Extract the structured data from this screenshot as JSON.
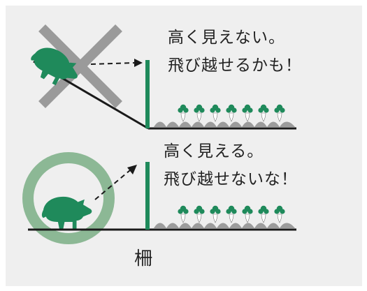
{
  "colors": {
    "background": "#efefef",
    "accent_green": "#1f8a5b",
    "cross_gray": "#9a9a9a",
    "circle_green": "#8cb895",
    "ground_black": "#1a1a1a",
    "soil_gray": "#9c9c9c"
  },
  "top_scene": {
    "caption_line1": "高く見えない。",
    "caption_line2": "飛び越せるかも！",
    "verdict_mark": "cross-icon"
  },
  "bottom_scene": {
    "caption_line1": "高く見える。",
    "caption_line2": "飛び越せないな！",
    "verdict_mark": "circle-icon"
  },
  "fence_label": "柵"
}
